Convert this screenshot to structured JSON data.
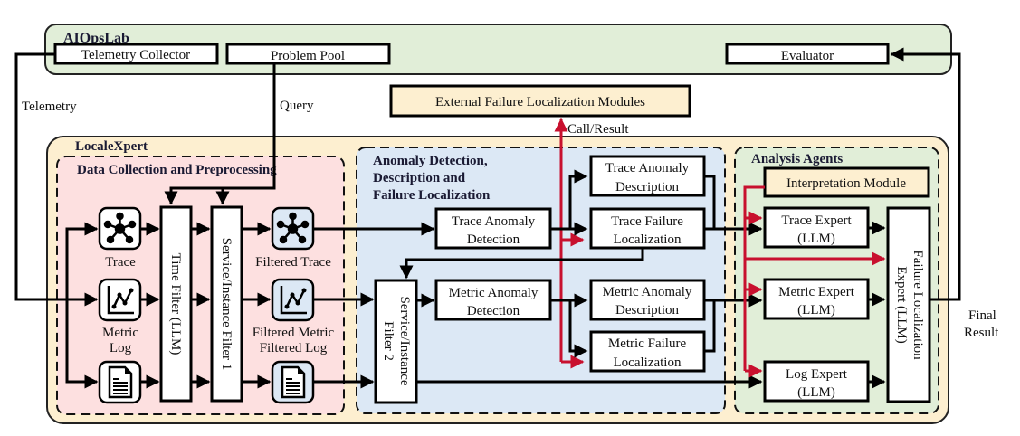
{
  "aiopslab": {
    "title": "AIOpsLab",
    "telemetry_collector": "Telemetry Collector",
    "problem_pool": "Problem Pool",
    "evaluator": "Evaluator"
  },
  "edges": {
    "telemetry": "Telemetry",
    "query": "Query",
    "call_result": "Call/Result",
    "final_result_line1": "Final",
    "final_result_line2": "Result"
  },
  "external_modules": "External Failure Localization Modules",
  "localexpert": {
    "title": "LocaleXpert",
    "data_collection": {
      "title": "Data Collection and Preprocessing",
      "inputs": {
        "trace": "Trace",
        "metric": "Metric",
        "log": "Log"
      },
      "time_filter": "Time Filter (LLM)",
      "service_filter_1": "Service/Instance Filter 1",
      "outputs": {
        "trace": "Filtered Trace",
        "metric": "Filtered Metric",
        "log": "Filtered Log"
      }
    },
    "anomaly": {
      "title_line1": "Anomaly Detection,",
      "title_line2": "Description and",
      "title_line3": "Failure Localization",
      "trace_detection": [
        "Trace Anomaly",
        "Detection"
      ],
      "trace_description": [
        "Trace Anomaly",
        "Description"
      ],
      "trace_localization": [
        "Trace Failure",
        "Localization"
      ],
      "service_filter_2": [
        "Service/Instance",
        "Filter 2"
      ],
      "metric_detection": [
        "Metric Anomaly",
        "Detection"
      ],
      "metric_description": [
        "Metric Anomaly",
        "Description"
      ],
      "metric_localization": [
        "Metric Failure",
        "Localization"
      ]
    },
    "agents": {
      "title": "Analysis Agents",
      "interpretation": "Interpretation Module",
      "trace_expert": [
        "Trace Expert",
        "(LLM)"
      ],
      "metric_expert": [
        "Metric Expert",
        "(LLM)"
      ],
      "log_expert": [
        "Log Expert",
        "(LLM)"
      ],
      "failure_expert": [
        "Failure Localization",
        "Expert (LLM)"
      ]
    }
  },
  "colors": {
    "aiopslab_bg": "#e1eed8",
    "localexpert_bg": "#fdefd0",
    "data_collection_bg": "#fde0e0",
    "anomaly_bg": "#dce8f5",
    "agents_bg": "#e1eed8",
    "external_bg": "#fdefd0",
    "red_line": "#c8102e"
  }
}
